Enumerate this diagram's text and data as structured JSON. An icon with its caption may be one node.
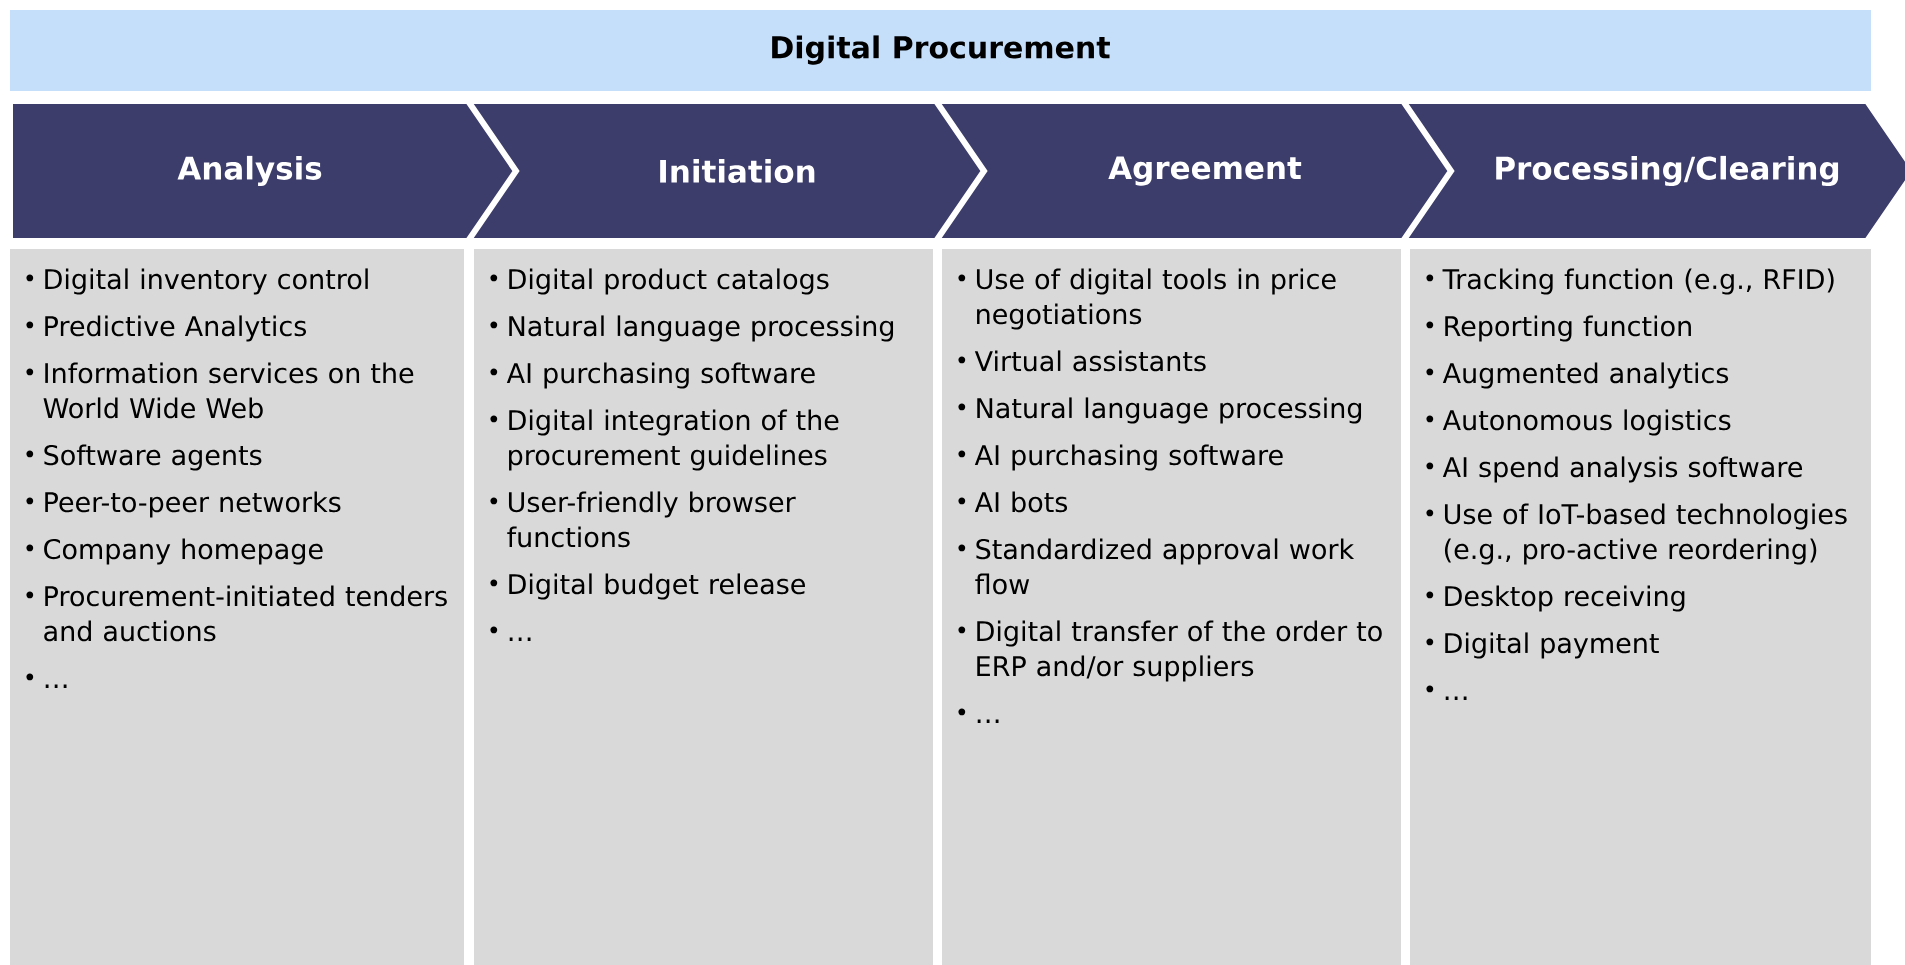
{
  "diagram": {
    "nodes": [
      {
        "text": [
          "Digital Procurement"
        ]
      },
      {
        "text": [
          "Analysis"
        ]
      },
      {
        "text": [
          "Initiation"
        ]
      },
      {
        "text": [
          "Agreement"
        ]
      },
      {
        "text": [
          "Processing/Clearing"
        ]
      },
      {
        "text": [
          "Digital inventory control",
          "Predictive Analytics",
          "Information services on the World Wide Web",
          "Software agents",
          "Peer-to-peer networks",
          "Company homepage",
          "Procurement-initiated tenders and auctions",
          "…"
        ]
      },
      {
        "text": [
          "Digital product catalogs",
          "Natural language processing",
          "AI purchasing software",
          "Digital integration of the procurement guidelines",
          "User-friendly browser functions",
          "Digital budget release",
          "…"
        ]
      },
      {
        "text": [
          "Use of digital tools in price negotiations",
          "Virtual assistants",
          "Natural language processing",
          "AI purchasing software",
          "AI bots",
          "Standardized approval work flow",
          "Digital transfer of the order to ERP and/or suppliers",
          "…"
        ]
      },
      {
        "text": [
          "Tracking function (e.g., RFID)",
          "Reporting function",
          "Augmented analytics",
          "Autonomous logistics",
          "AI spend analysis software",
          "Use of IoT-based technologies (e.g., pro-active reordering)",
          "Desktop receiving",
          "Digital payment",
          "…"
        ]
      }
    ]
  }
}
